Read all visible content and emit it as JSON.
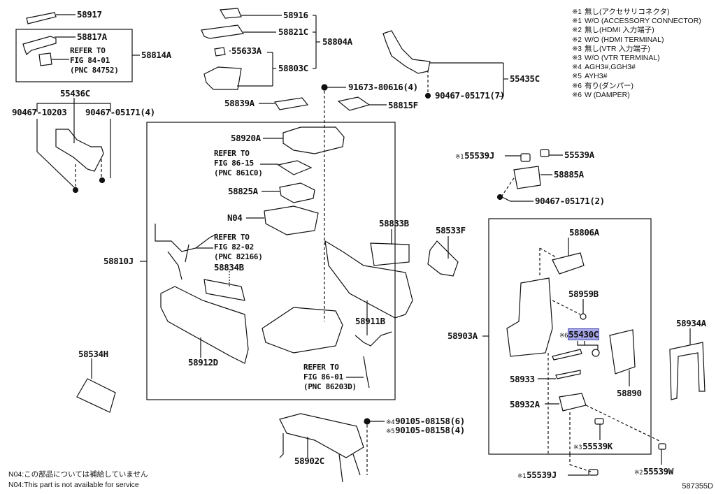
{
  "diagram": {
    "code": "587355D",
    "highlight_color": "#a6a6e8",
    "highlighted_part": "55430C"
  },
  "legend": [
    {
      "mark": "※1",
      "text": "無し(アクセサリコネクタ)"
    },
    {
      "mark": "※1",
      "text": "W/O (ACCESSORY CONNECTOR)"
    },
    {
      "mark": "※2",
      "text": "無し(HDMI 入力端子)"
    },
    {
      "mark": "※2",
      "text": "W/O (HDMI TERMINAL)"
    },
    {
      "mark": "※3",
      "text": "無し(VTR 入力端子)"
    },
    {
      "mark": "※3",
      "text": "W/O (VTR TERMINAL)"
    },
    {
      "mark": "※4",
      "text": "AGH3#,GGH3#"
    },
    {
      "mark": "※5",
      "text": "AYH3#"
    },
    {
      "mark": "※6",
      "text": "有り(ダンパー)"
    },
    {
      "mark": "※6",
      "text": "W (DAMPER)"
    }
  ],
  "parts": {
    "p58917": "58917",
    "p58817A": "58817A",
    "p58814A": "58814A",
    "p55436C": "55436C",
    "p90467_10203": "90467-10203",
    "p90467_05171_4": "90467-05171(4)",
    "p58916": "58916",
    "p58821C": "58821C",
    "p58804A": "58804A",
    "p55633A": "55633A",
    "p58803C": "58803C",
    "p58839A": "58839A",
    "p91673": "91673-80616(4)",
    "p58815F": "58815F",
    "p55435C": "55435C",
    "p90467_05171_7": "90467-05171(7)",
    "p58920A": "58920A",
    "p58825A": "58825A",
    "pN04": "N04",
    "p58810J": "58810J",
    "p58834B": "58834B",
    "p58833B": "58833B",
    "p58911B": "58911B",
    "p58912D": "58912D",
    "p58534H": "58534H",
    "p58533F": "58533F",
    "p55539J_top": "55539J",
    "p55539A": "55539A",
    "p58885A": "58885A",
    "p90467_05171_2": "90467-05171(2)",
    "p58806A": "58806A",
    "p58959B": "58959B",
    "p58903A": "58903A",
    "p55430C": "55430C",
    "p58934A": "58934A",
    "p58933": "58933",
    "p58890": "58890",
    "p58932A": "58932A",
    "p55539K": "55539K",
    "p55539W": "55539W",
    "p55539J_bottom": "55539J",
    "p58902C": "58902C",
    "p90105_6": "90105-08158(6)",
    "p90105_4": "90105-08158(4)"
  },
  "marks": {
    "m1": "※1",
    "m2": "※2",
    "m3": "※3",
    "m4": "※4",
    "m5": "※5",
    "m6": "※6"
  },
  "refs": {
    "r84_01": "REFER TO\nFIG 84-01\n(PNC 84752)",
    "r86_15": "REFER TO\nFIG 86-15\n(PNC 861C0)",
    "r82_02": "REFER TO\nFIG 82-02\n(PNC 82166)",
    "r86_01": "REFER TO\nFIG 86-01\n(PNC 86203D)"
  },
  "notes": {
    "jp": "N04:この部品については補給していません",
    "en": "N04:This part is not available for service"
  }
}
